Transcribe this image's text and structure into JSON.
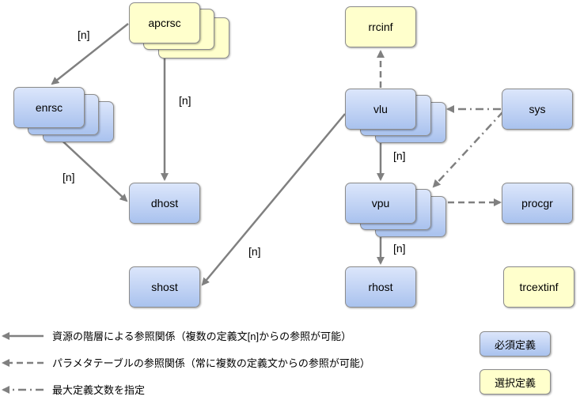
{
  "nodes": {
    "apcrsc": "apcrsc",
    "enrsc": "enrsc",
    "dhost": "dhost",
    "shost": "shost",
    "rrcinf": "rrcinf",
    "vlu": "vlu",
    "sys": "sys",
    "vpu": "vpu",
    "procgr": "procgr",
    "rhost": "rhost",
    "trcextinf": "trcextinf"
  },
  "edge_labels": {
    "apcrsc_enrsc": "[n]",
    "apcrsc_dhost": "[n]",
    "enrsc_dhost": "[n]",
    "vlu_shost": "[n]",
    "vlu_vpu": "[n]",
    "vpu_rhost": "[n]"
  },
  "legend": {
    "solid_line": "資源の階層による参照関係（複数の定義文[n]からの参照が可能）",
    "dashed_line": "パラメタテーブルの参照関係（常に複数の定義文からの参照が可能）",
    "dashdot_line": "最大定義文数を指定",
    "required": "必須定義",
    "optional": "選択定義"
  },
  "colors": {
    "required_fill": "#a9c2ee",
    "optional_fill": "#ffffcc",
    "line": "#808080"
  }
}
